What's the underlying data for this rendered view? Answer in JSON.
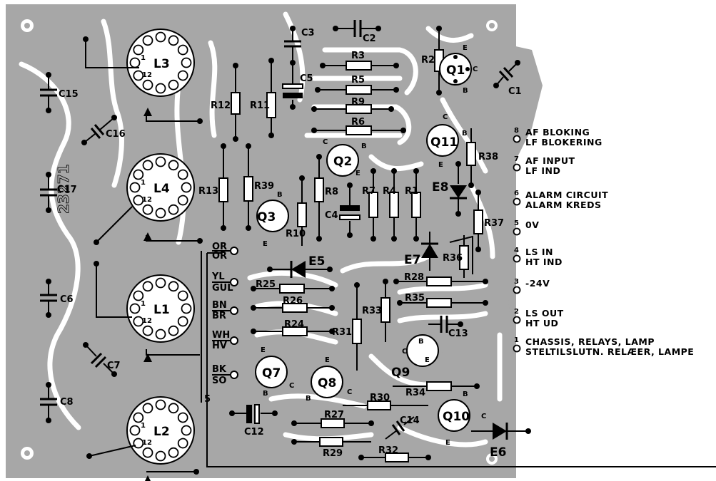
{
  "transformers": [
    {
      "id": "L3",
      "pin1": "1",
      "pin12": "12"
    },
    {
      "id": "L4",
      "pin1": "1",
      "pin12": "12"
    },
    {
      "id": "L1",
      "pin1": "1",
      "pin12": "12"
    },
    {
      "id": "L2",
      "pin1": "1",
      "pin12": "12"
    }
  ],
  "capacitors": [
    "C15",
    "C16",
    "C17",
    "C6",
    "C7",
    "C8",
    "C3",
    "C5",
    "C2",
    "C1",
    "C4",
    "C12",
    "C13",
    "C14"
  ],
  "resistors": [
    "R3",
    "R5",
    "R9",
    "R6",
    "R2",
    "R12",
    "R11",
    "R13",
    "R39",
    "R8",
    "R7",
    "R4",
    "R1",
    "R38",
    "R37",
    "R10",
    "R36",
    "R28",
    "R35",
    "R25",
    "R26",
    "R24",
    "R33",
    "R31",
    "R34",
    "R30",
    "R27",
    "R29",
    "R32"
  ],
  "transistors": [
    "Q1",
    "Q11",
    "Q2",
    "Q3",
    "Q7",
    "Q8",
    "Q9",
    "Q10"
  ],
  "diodes": [
    "E5",
    "E6",
    "E7",
    "E8"
  ],
  "pins": {
    "c": "C",
    "b": "B",
    "e": "E"
  },
  "wire_colors": [
    {
      "en": "OR",
      "local": "OR"
    },
    {
      "en": "YL",
      "local": "GUL"
    },
    {
      "en": "BN",
      "local": "BR"
    },
    {
      "en": "WH",
      "local": "HV"
    },
    {
      "en": "BK",
      "local": "SO"
    }
  ],
  "wire_number": "5",
  "terminals": [
    {
      "num": "8",
      "line1": "AF BLOKING",
      "line2": "LF BLOKERING"
    },
    {
      "num": "7",
      "line1": "AF  INPUT",
      "line2": "LF  IND"
    },
    {
      "num": "6",
      "line1": "ALARM CIRCUIT",
      "line2": "ALARM KREDS"
    },
    {
      "num": "5",
      "line1": "0V",
      "line2": ""
    },
    {
      "num": "4",
      "line1": "LS   IN",
      "line2": "HT   IND"
    },
    {
      "num": "3",
      "line1": "-24V",
      "line2": ""
    },
    {
      "num": "2",
      "line1": "LS   OUT",
      "line2": "HT   UD"
    },
    {
      "num": "1",
      "line1": "CHASSIS, RELAYS, LAMP",
      "line2": "STELTILSLUTN. RELÆER, LAMPE"
    }
  ],
  "stamp": "23271"
}
